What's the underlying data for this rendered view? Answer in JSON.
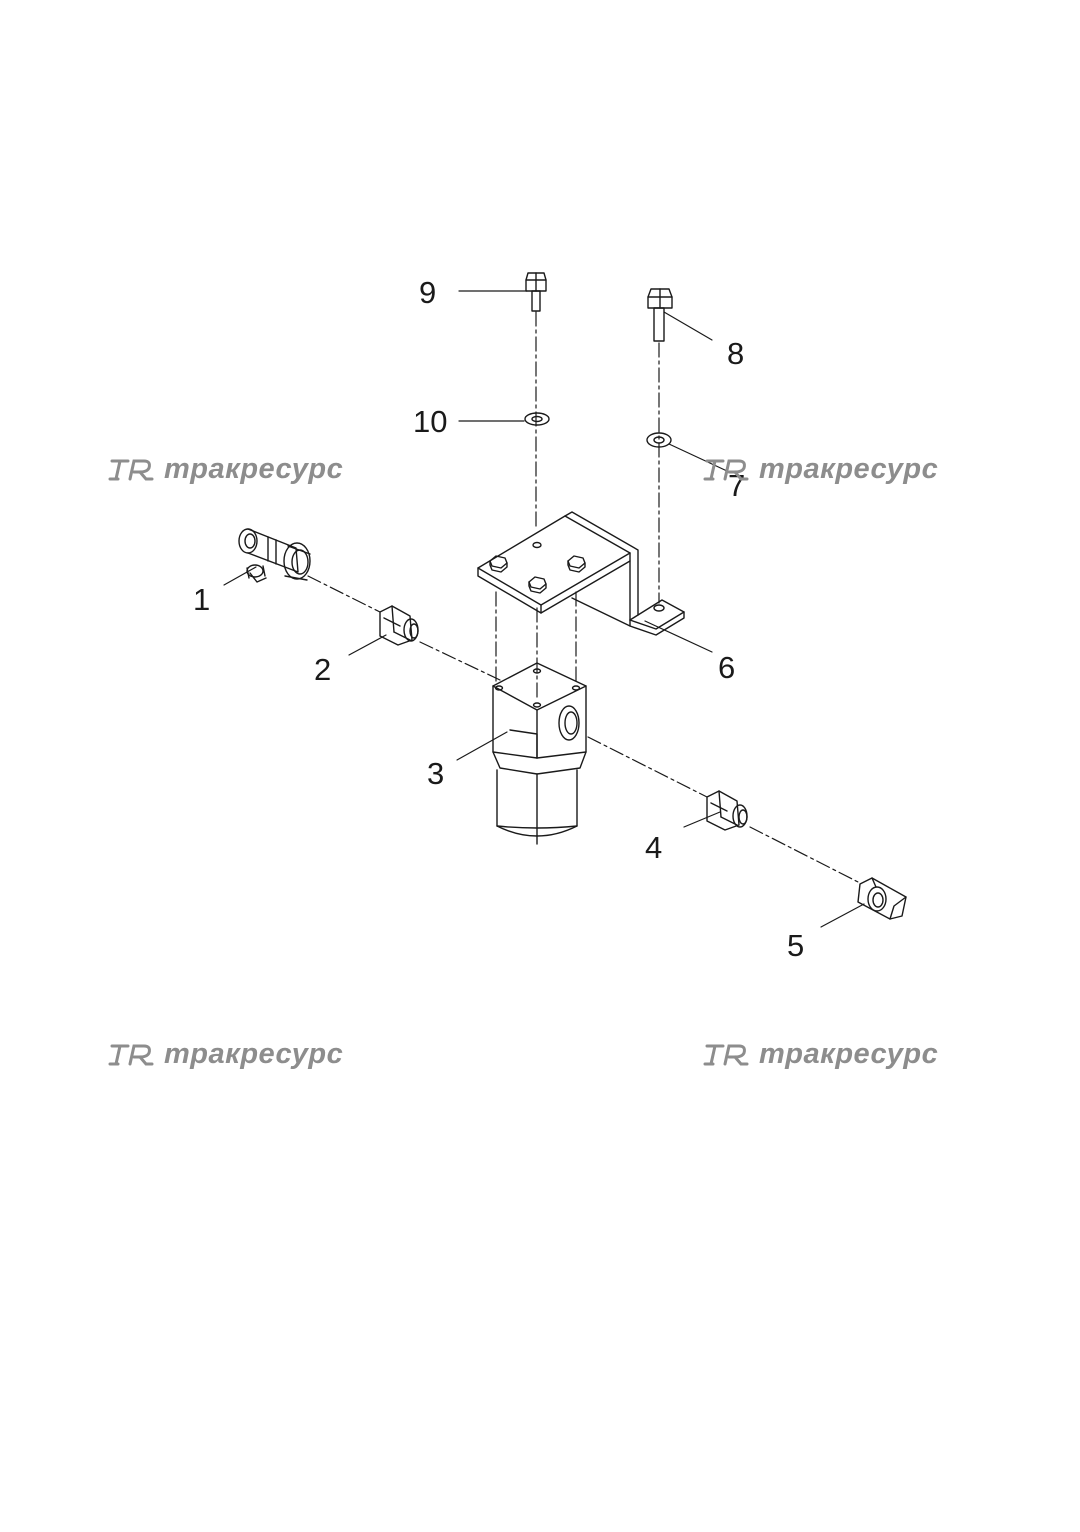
{
  "callouts": [
    {
      "id": "1",
      "label": "1"
    },
    {
      "id": "2",
      "label": "2"
    },
    {
      "id": "3",
      "label": "3"
    },
    {
      "id": "4",
      "label": "4"
    },
    {
      "id": "5",
      "label": "5"
    },
    {
      "id": "6",
      "label": "6"
    },
    {
      "id": "7",
      "label": "7"
    },
    {
      "id": "8",
      "label": "8"
    },
    {
      "id": "9",
      "label": "9"
    },
    {
      "id": "10",
      "label": "10"
    }
  ],
  "watermark": {
    "text": "тракресурс",
    "color": "#8d8d8d"
  },
  "colors": {
    "line": "#1a1a1a",
    "background": "#ffffff"
  }
}
